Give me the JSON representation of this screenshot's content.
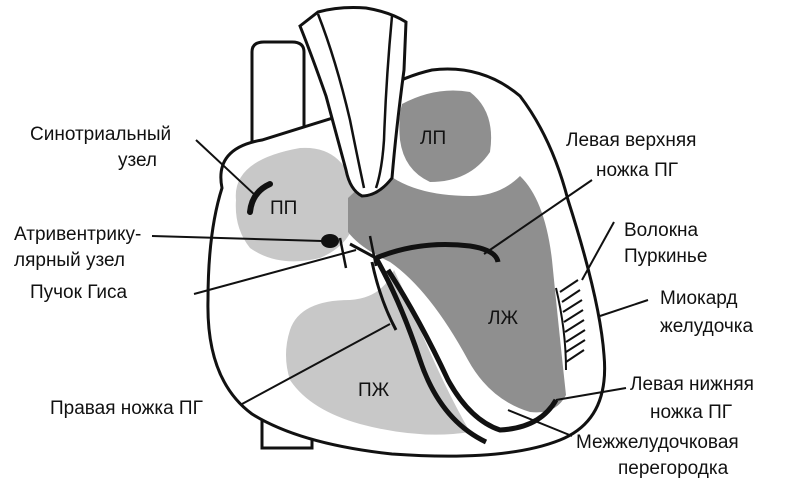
{
  "colors": {
    "outline": "#111111",
    "right_chambers": "#c8c8c8",
    "left_chambers": "#8f8f8f",
    "background": "#ffffff"
  },
  "chambers": {
    "right_atrium": "ПП",
    "left_atrium": "ЛП",
    "left_ventricle": "ЛЖ",
    "right_ventricle": "ПЖ"
  },
  "labels": {
    "sa_node_line1": "Синотриальный",
    "sa_node_line2": "узел",
    "av_node_line1": "Атривентрику-",
    "av_node_line2": "лярный узел",
    "his_bundle": "Пучок Гиса",
    "right_bundle_branch": "Правая ножка ПГ",
    "left_upper_branch_line1": "Левая верхняя",
    "left_upper_branch_line2": "ножка ПГ",
    "purkinje_line1": "Волокна",
    "purkinje_line2": "Пуркинье",
    "myocardium_line1": "Миокард",
    "myocardium_line2": "желудочка",
    "left_lower_branch_line1": "Левая нижняя",
    "left_lower_branch_line2": "ножка ПГ",
    "septum_line1": "Межжелудочковая",
    "septum_line2": "перегородка"
  }
}
